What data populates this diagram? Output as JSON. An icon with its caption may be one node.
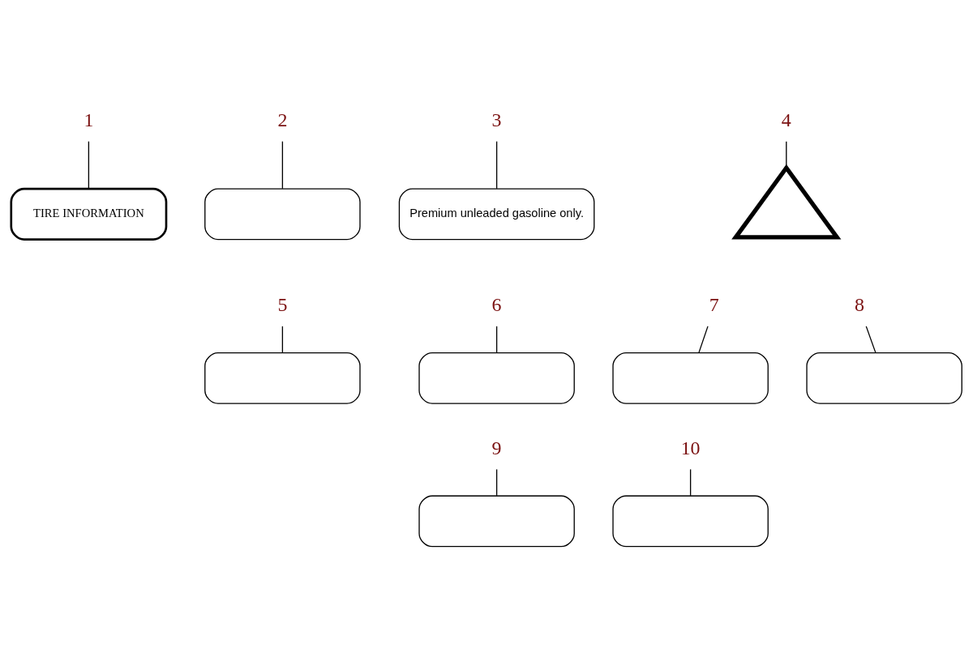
{
  "diagram": {
    "nodes": [
      {
        "text": [
          "1"
        ]
      },
      {
        "text": [
          "TIRE INFORMATION"
        ]
      },
      {
        "text": [
          "2"
        ]
      },
      {
        "text": [],
        "shape": "box"
      },
      {
        "text": [
          "3"
        ]
      },
      {
        "text": [
          "Premium unleaded gasoline only."
        ]
      },
      {
        "text": [
          "4"
        ]
      },
      {
        "text": [],
        "shape": "triangle"
      },
      {
        "text": [
          "5"
        ]
      },
      {
        "text": [],
        "shape": "box"
      },
      {
        "text": [
          "6"
        ]
      },
      {
        "text": [],
        "shape": "box"
      },
      {
        "text": [
          "7"
        ]
      },
      {
        "text": [],
        "shape": "box"
      },
      {
        "text": [
          "8"
        ]
      },
      {
        "text": [],
        "shape": "box"
      },
      {
        "text": [
          "9"
        ]
      },
      {
        "text": [],
        "shape": "box"
      },
      {
        "text": [
          "10"
        ]
      },
      {
        "text": [],
        "shape": "box"
      }
    ],
    "edges": [
      {
        "from": 0,
        "to": 1,
        "arrow": "none"
      },
      {
        "from": 2,
        "to": 3,
        "arrow": "none"
      },
      {
        "from": 4,
        "to": 5,
        "arrow": "none"
      },
      {
        "from": 6,
        "to": 7,
        "arrow": "none"
      },
      {
        "from": 8,
        "to": 9,
        "arrow": "none"
      },
      {
        "from": 10,
        "to": 11,
        "arrow": "none"
      },
      {
        "from": 12,
        "to": 13,
        "arrow": "none"
      },
      {
        "from": 14,
        "to": 15,
        "arrow": "none"
      },
      {
        "from": 16,
        "to": 17,
        "arrow": "none"
      },
      {
        "from": 18,
        "to": 19,
        "arrow": "none"
      }
    ]
  }
}
